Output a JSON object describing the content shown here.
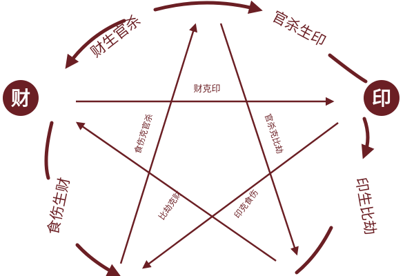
{
  "colors": {
    "primary": "#6b1f24",
    "text_on_primary": "#ffffff",
    "background": "#ffffff"
  },
  "nodes": {
    "cai": "财",
    "yin": "印"
  },
  "cycle_labels": {
    "top_left": "财生官杀",
    "top_right": "官杀生印",
    "right": "印生比劫",
    "left": "食伤生财"
  },
  "control_labels": {
    "cai_ke_yin": "财克印",
    "shishang_ke_guansha": "食伤克官杀",
    "guansha_ke_bijie": "官杀克比劫",
    "bijie_ke_cai": "比劫克财",
    "yin_ke_shishang": "印克食伤"
  }
}
